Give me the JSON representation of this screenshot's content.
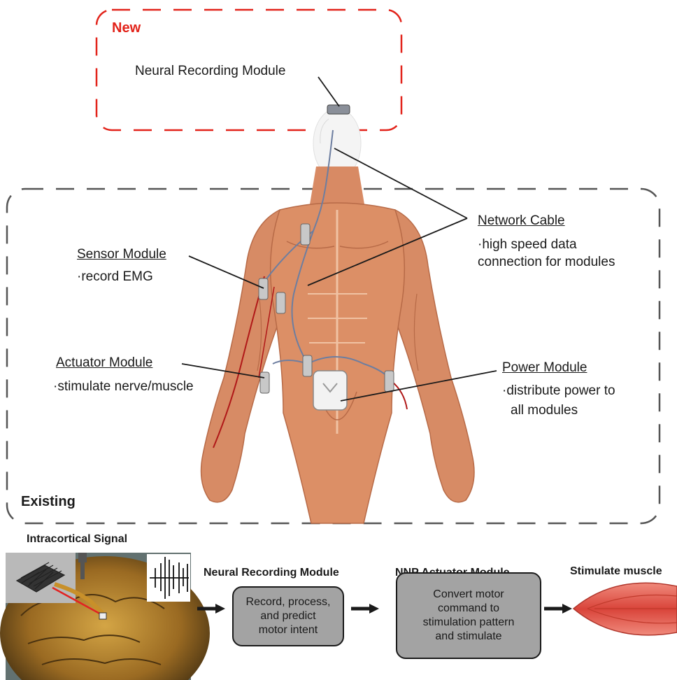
{
  "new_group": {
    "label": "New",
    "module_label": "Neural Recording Module"
  },
  "existing_group": {
    "label": "Existing"
  },
  "network_cable": {
    "title": "Network Cable",
    "note_1": "·high speed data",
    "note_2": "connection for modules"
  },
  "sensor_module": {
    "title": "Sensor Module",
    "note": "·record EMG"
  },
  "actuator_module": {
    "title": "Actuator Module",
    "note": "·stimulate nerve/muscle"
  },
  "power_module": {
    "title": "Power Module",
    "note_1": "·distribute power to",
    "note_2": "all modules"
  },
  "pipeline": {
    "source_label": "Intracortical  Signal",
    "stages": [
      {
        "header": "Neural Recording Module",
        "lines": [
          "Record, process,",
          "and predict",
          "motor intent"
        ]
      },
      {
        "header": "NNP Actuator Module",
        "lines": [
          "Convert motor",
          "command to",
          "stimulation pattern",
          "and stimulate"
        ]
      },
      {
        "header": "Stimulate muscle",
        "lines": []
      }
    ]
  },
  "colors": {
    "new_border": "#e2231a",
    "existing_border": "#4a4a4a",
    "skin": "#e7a47f",
    "muscle": "#c9714d",
    "box_fill": "#a3a3a3"
  }
}
